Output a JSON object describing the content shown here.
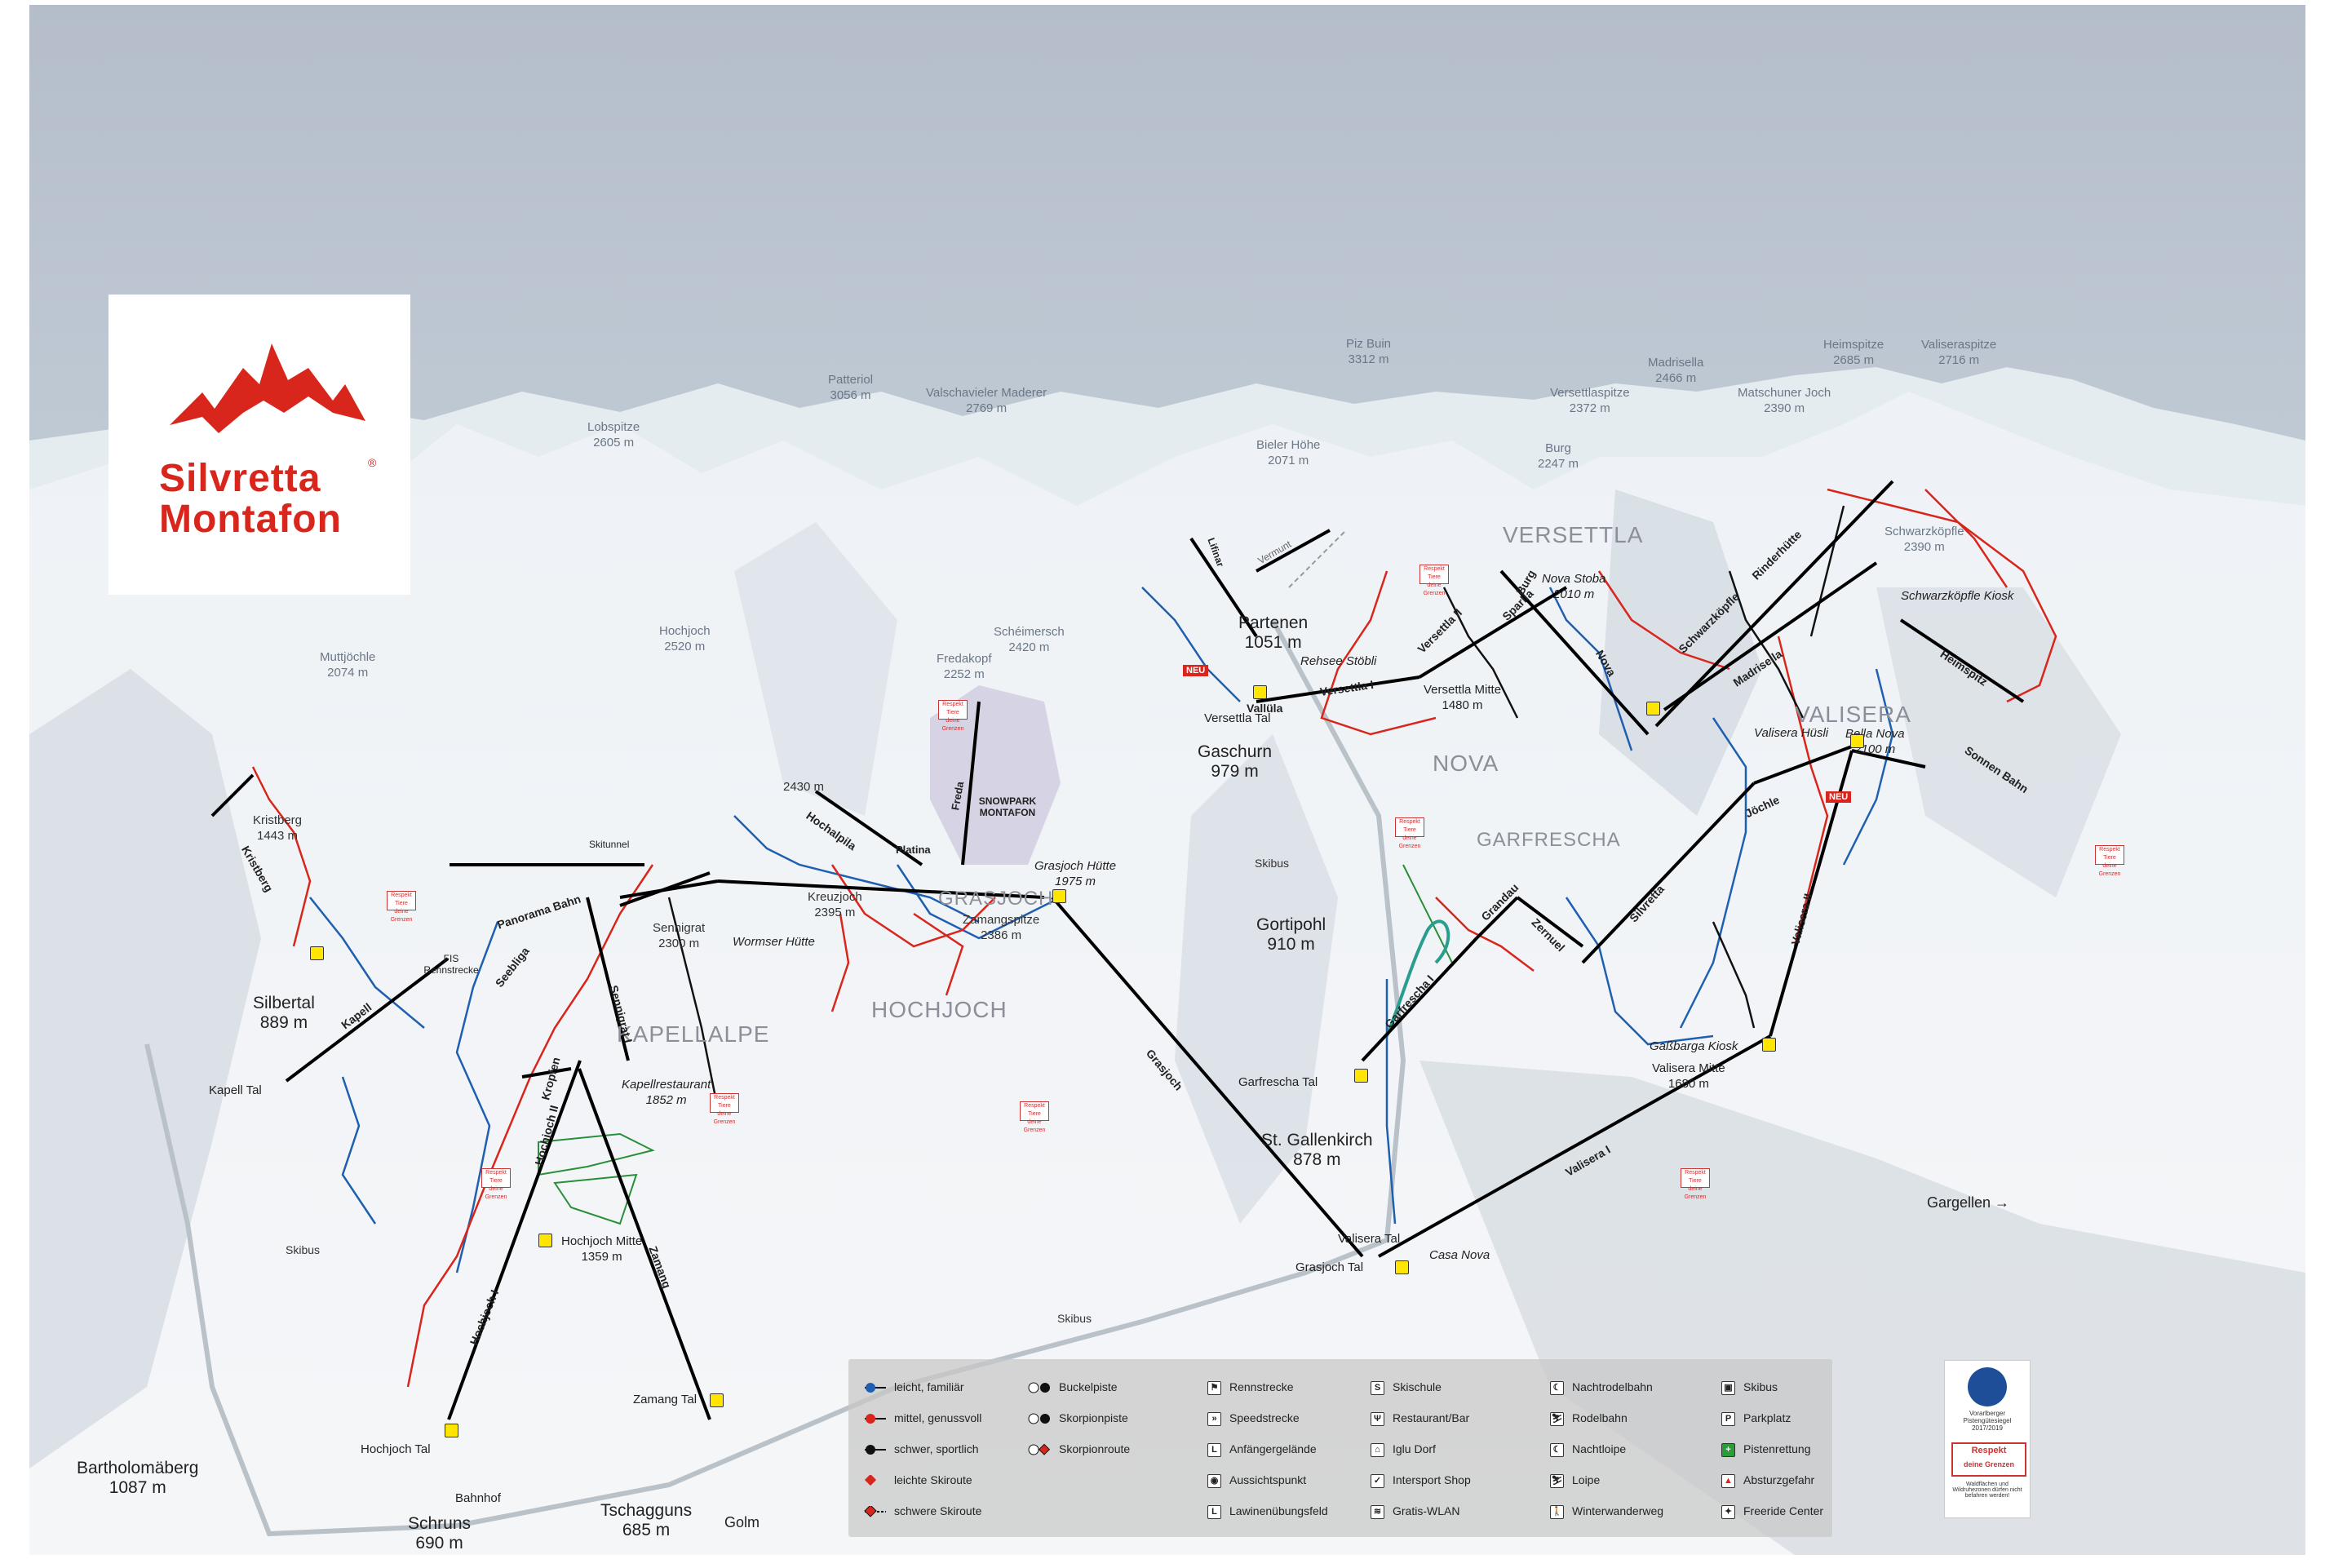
{
  "logo": {
    "line1": "Silvretta",
    "line2": "Montafon",
    "reg": "®"
  },
  "peaks": [
    {
      "name": "Patteriol",
      "elev": "3056 m"
    },
    {
      "name": "Valschavieler Maderer",
      "elev": "2769 m"
    },
    {
      "name": "Piz Buin",
      "elev": "3312 m"
    },
    {
      "name": "Madrisella",
      "elev": "2466 m"
    },
    {
      "name": "Heimspitze",
      "elev": "2685 m"
    },
    {
      "name": "Valiseraspitze",
      "elev": "2716 m"
    },
    {
      "name": "Versettlaspitze",
      "elev": "2372 m"
    },
    {
      "name": "Matschuner Joch",
      "elev": "2390 m"
    },
    {
      "name": "Lobspitze",
      "elev": "2605 m"
    },
    {
      "name": "Bieler Höhe",
      "elev": "2071 m"
    },
    {
      "name": "Burg",
      "elev": "2247 m"
    },
    {
      "name": "Schwarzköpfle",
      "elev": "2390 m"
    },
    {
      "name": "Hochjoch",
      "elev": "2520 m"
    },
    {
      "name": "Schéimersch",
      "elev": "2420 m"
    },
    {
      "name": "Fredakopf",
      "elev": "2252 m"
    },
    {
      "name": "Muttjöchle",
      "elev": "2074 m"
    },
    {
      "name": "Kristberg",
      "elev": "1443 m"
    },
    {
      "name": "Sennigrat",
      "elev": "2300 m"
    },
    {
      "name": "Kreuzjoch",
      "elev": "2395 m"
    },
    {
      "name": "Zamangspitze",
      "elev": "2386 m"
    },
    {
      "name": "",
      "elev": "2430 m"
    },
    {
      "name": "Nova Stoba",
      "elev": "2010 m"
    },
    {
      "name": "Bella Nova",
      "elev": "2100 m"
    },
    {
      "name": "Versettla Mitte",
      "elev": "1480 m"
    },
    {
      "name": "Valisera Mitte",
      "elev": "1680 m"
    },
    {
      "name": "Hochjoch Mitte",
      "elev": "1359 m"
    },
    {
      "name": "Kapellrestaurant",
      "elev": "1852 m"
    },
    {
      "name": "Grasjoch Hütte",
      "elev": "1975 m"
    }
  ],
  "villages": [
    {
      "name": "Silbertal",
      "elev": "889 m"
    },
    {
      "name": "Partenen",
      "elev": "1051 m"
    },
    {
      "name": "Gaschurn",
      "elev": "979 m"
    },
    {
      "name": "Gortipohl",
      "elev": "910 m"
    },
    {
      "name": "St. Gallenkirch",
      "elev": "878 m"
    },
    {
      "name": "Bartholomäberg",
      "elev": "1087 m"
    },
    {
      "name": "Schruns",
      "elev": "690 m"
    },
    {
      "name": "Tschagguns",
      "elev": "685 m"
    }
  ],
  "areas": [
    "VERSETTLA",
    "NOVA",
    "GARFRESCHA",
    "VALISERA",
    "GRASJOCH",
    "HOCHJOCH",
    "KAPELLALPE"
  ],
  "stations": [
    "Kapell Tal",
    "Hochjoch Tal",
    "Zamang Tal",
    "Garfrescha Tal",
    "Valisera Tal",
    "Grasjoch Tal",
    "Versettla Tal",
    "Valisera Hüsli",
    "Gaßbarga Kiosk",
    "Schwarzköpfle Kiosk",
    "Rehsee Stöbli",
    "Wormser Hütte",
    "Casa Nova",
    "Bahnhof",
    "Golm",
    "Gargellen →",
    "Vermunt",
    "Lifinar",
    "FIS Rennstrecke",
    "Skitunnel",
    "Platina",
    "Freda"
  ],
  "lifts": [
    "Kapell",
    "Panorama Bahn",
    "Seebliga",
    "Hochjoch I",
    "Hochjoch II",
    "Kropfen",
    "Sennigrat I",
    "Zamang",
    "Grasjoch",
    "Hochalpila",
    "Garfrescha I",
    "Grandau",
    "Zernuel",
    "Silvretta",
    "Jöchle",
    "Valisera I",
    "Valisera II",
    "Sonnen Bahn",
    "Heimspitz",
    "Madrisella",
    "Schwarzköpfle",
    "Rinderhütte",
    "Versettla I",
    "Versettla II",
    "Burg",
    "Nova",
    "Sparlla",
    "Vallüla",
    "Kristberg"
  ],
  "misc": {
    "neu": "NEU",
    "skibus": "Skibus",
    "bar": "Restaurant/Bar",
    "snowpark": "SNOWPARK MONTAFON",
    "respekt_sign": "Respekt Tiere deine Grenzen"
  },
  "legend": {
    "col1": [
      "leicht, familiär",
      "mittel, genussvoll",
      "schwer, sportlich",
      "leichte Skiroute",
      "schwere Skiroute"
    ],
    "col2": [
      "Buckelpiste",
      "Skorpionpiste",
      "Skorpionroute"
    ],
    "col3": [
      "Rennstrecke",
      "Speedstrecke",
      "Anfängergelände",
      "Aussichtspunkt",
      "Lawinenübungsfeld"
    ],
    "col4": [
      "Skischule",
      "Restaurant/Bar",
      "Iglu Dorf",
      "Intersport Shop",
      "Gratis-WLAN"
    ],
    "col5": [
      "Nachtrodelbahn",
      "Rodelbahn",
      "Nachtloipe",
      "Loipe",
      "Winterwanderweg"
    ],
    "col6": [
      "Skibus",
      "Parkplatz",
      "Pistenrettung",
      "Absturzgefahr",
      "Freeride Center"
    ]
  },
  "respekt_box": {
    "t1": "Vorarlberger Pistengütesiegel 2017/2019",
    "t2a": "Respekt",
    "t2b": "deine Grenzen",
    "t3": "Waldflächen und Wildruhezonen dürfen nicht befahren werden!"
  },
  "colors": {
    "easy": "#1f5fb0",
    "medium": "#d9261c",
    "hard": "#111111",
    "lift": "#000000",
    "logo": "#d9261c",
    "legend_bg": "#c8c8c8"
  }
}
